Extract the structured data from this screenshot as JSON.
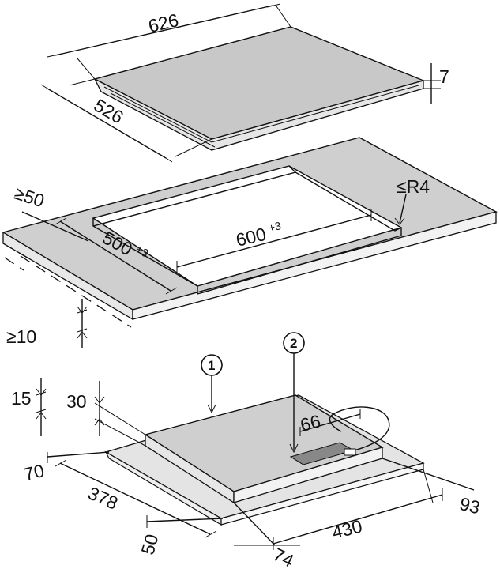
{
  "hob_dimensions": {
    "width": "626",
    "depth": "526",
    "height": "7"
  },
  "cutout_dimensions": {
    "min_front_distance": "≥50",
    "corner_radius": "≤R4",
    "width": "600",
    "width_tolerance": "+3",
    "depth": "500",
    "depth_tolerance": "+3",
    "min_worktop_thickness": "≥10"
  },
  "installed_dimensions": {
    "callouts": [
      "1",
      "2"
    ],
    "d15": "15",
    "d30": "30",
    "d66": "66",
    "d70": "70",
    "d378": "378",
    "d93": "93",
    "d50": "50",
    "d430": "430",
    "d74": "74"
  }
}
